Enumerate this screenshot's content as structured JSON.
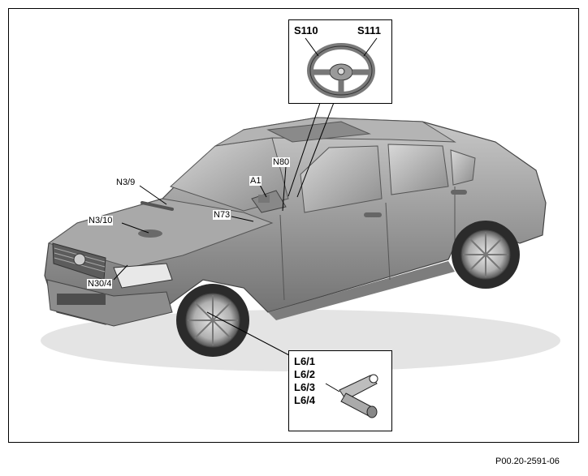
{
  "figure_ref": "P00.20-2591-06",
  "labels": {
    "n3_9": "N3/9",
    "n3_10": "N3/10",
    "n30_4": "N30/4",
    "n73": "N73",
    "a1": "A1",
    "n80": "N80"
  },
  "steering_inset": {
    "left_switch": "S110",
    "right_switch": "S111"
  },
  "sensor_inset": {
    "items": [
      "L6/1",
      "L6/2",
      "L6/3",
      "L6/4"
    ]
  }
}
